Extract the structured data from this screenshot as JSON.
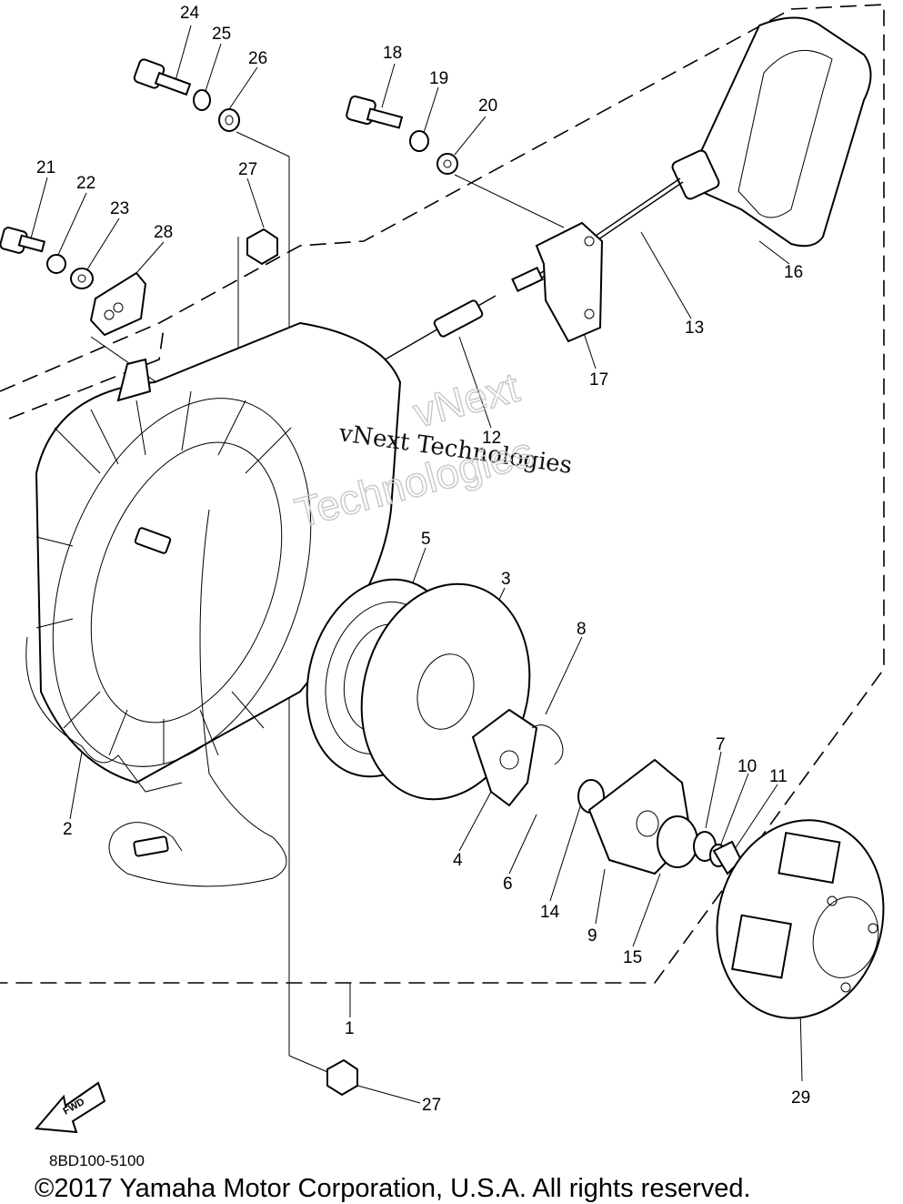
{
  "diagram": {
    "part_numbers": [
      "24",
      "25",
      "26",
      "18",
      "19",
      "20",
      "21",
      "22",
      "23",
      "28",
      "27",
      "16",
      "13",
      "17",
      "12",
      "5",
      "3",
      "8",
      "7",
      "10",
      "11",
      "2",
      "4",
      "6",
      "14",
      "9",
      "15",
      "1",
      "29",
      "27"
    ],
    "watermark_primary": "vNext Technologies",
    "watermark_secondary": [
      "vNext",
      "Technologies"
    ],
    "fwd_label": "FWD"
  },
  "footer": {
    "diagram_code": "8BD100-5100",
    "copyright": "©2017 Yamaha Motor Corporation, U.S.A. All rights reserved."
  }
}
